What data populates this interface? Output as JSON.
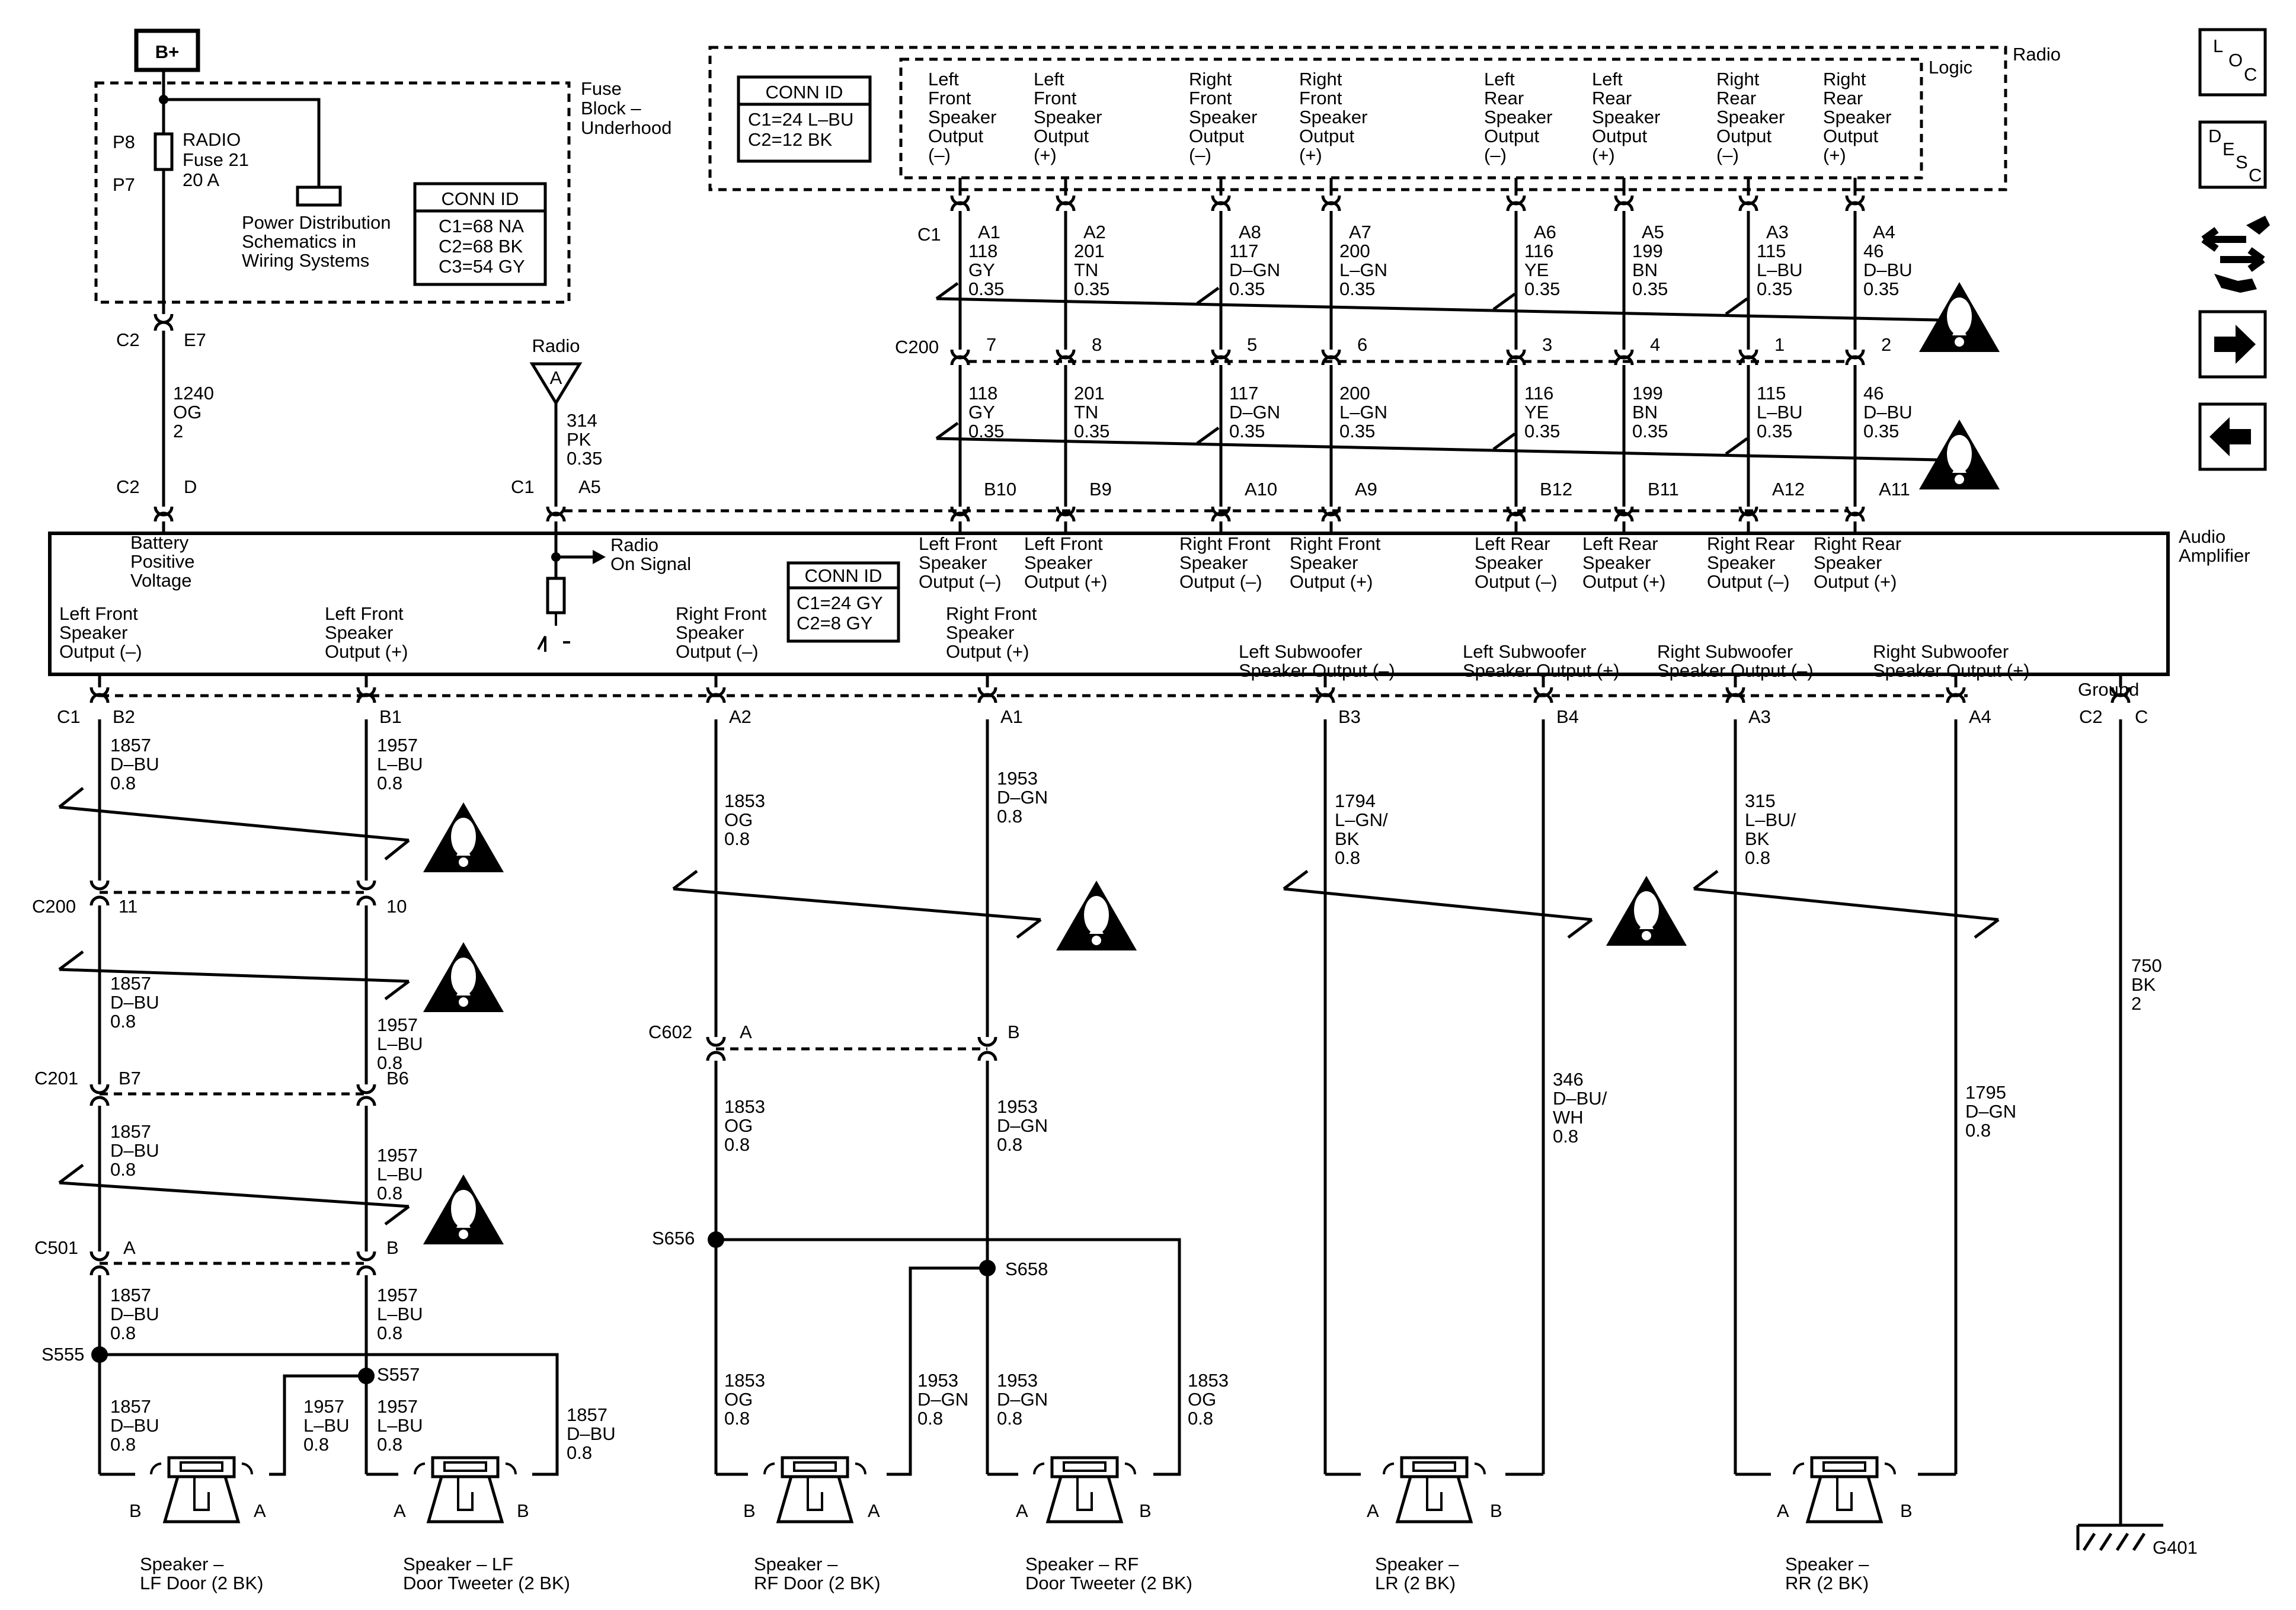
{
  "power": {
    "b_plus": "B+",
    "fuse_block": [
      "Fuse",
      "Block –",
      "Underhood"
    ],
    "fuse": [
      "RADIO",
      "Fuse 21",
      "20 A"
    ],
    "fuse_pins": [
      "P8",
      "P7"
    ],
    "pds_note": [
      "Power Distribution",
      "Schematics in",
      "Wiring Systems"
    ],
    "conn_title": "CONN ID",
    "conn_lines": [
      "C1=68 NA",
      "C2=68 BK",
      "C3=54 GY"
    ],
    "c2_e7": [
      "C2",
      "E7"
    ],
    "wire": [
      "1240",
      "OG",
      "2"
    ],
    "c2_d": [
      "C2",
      "D"
    ]
  },
  "radio": {
    "title": "Radio",
    "logic": "Logic",
    "conn_title": "CONN ID",
    "conn_lines": [
      "C1=24 L–BU",
      "C2=12 BK"
    ],
    "outputs": [
      [
        "Left",
        "Front",
        "Speaker",
        "Output",
        "(–)"
      ],
      [
        "Left",
        "Front",
        "Speaker",
        "Output",
        "(+)"
      ],
      [
        "Right",
        "Front",
        "Speaker",
        "Output",
        "(–)"
      ],
      [
        "Right",
        "Front",
        "Speaker",
        "Output",
        "(+)"
      ],
      [
        "Left",
        "Rear",
        "Speaker",
        "Output",
        "(–)"
      ],
      [
        "Left",
        "Rear",
        "Speaker",
        "Output",
        "(+)"
      ],
      [
        "Right",
        "Rear",
        "Speaker",
        "Output",
        "(–)"
      ],
      [
        "Right",
        "Rear",
        "Speaker",
        "Output",
        "(+)"
      ]
    ],
    "c1": "C1",
    "pins": [
      "A1",
      "A2",
      "A8",
      "A7",
      "A6",
      "A5",
      "A3",
      "A4"
    ],
    "wires_top": [
      [
        "118",
        "GY",
        "0.35"
      ],
      [
        "201",
        "TN",
        "0.35"
      ],
      [
        "117",
        "D–GN",
        "0.35"
      ],
      [
        "200",
        "L–GN",
        "0.35"
      ],
      [
        "116",
        "YE",
        "0.35"
      ],
      [
        "199",
        "BN",
        "0.35"
      ],
      [
        "115",
        "L–BU",
        "0.35"
      ],
      [
        "46",
        "D–BU",
        "0.35"
      ]
    ],
    "c200": "C200",
    "c200_pins": [
      "7",
      "8",
      "5",
      "6",
      "3",
      "4",
      "1",
      "2"
    ],
    "wires_bottom": [
      [
        "118",
        "GY",
        "0.35"
      ],
      [
        "201",
        "TN",
        "0.35"
      ],
      [
        "117",
        "D–GN",
        "0.35"
      ],
      [
        "200",
        "L–GN",
        "0.35"
      ],
      [
        "116",
        "YE",
        "0.35"
      ],
      [
        "199",
        "BN",
        "0.35"
      ],
      [
        "115",
        "L–BU",
        "0.35"
      ],
      [
        "46",
        "D–BU",
        "0.35"
      ]
    ],
    "amp_pins": [
      "B10",
      "B9",
      "A10",
      "A9",
      "B12",
      "B11",
      "A12",
      "A11"
    ],
    "signal_label": "Radio",
    "signal_letter": "A",
    "signal_wire": [
      "314",
      "PK",
      "0.35"
    ],
    "signal_conn": [
      "C1",
      "A5"
    ]
  },
  "amplifier": {
    "title": [
      "Audio",
      "Amplifier"
    ],
    "battery": [
      "Battery",
      "Positive",
      "Voltage"
    ],
    "radio_on": [
      "Radio",
      "On Signal"
    ],
    "conn_title": "CONN ID",
    "conn_lines": [
      "C1=24 GY",
      "C2=8 GY"
    ],
    "inputs": [
      [
        "Left Front",
        "Speaker",
        "Output (–)"
      ],
      [
        "Left Front",
        "Speaker",
        "Output (+)"
      ],
      [
        "Right Front",
        "Speaker",
        "Output (–)"
      ],
      [
        "Right Front",
        "Speaker",
        "Output (+)"
      ],
      [
        "Left Rear",
        "Speaker",
        "Output (–)"
      ],
      [
        "Left Rear",
        "Speaker",
        "Output (+)"
      ],
      [
        "Right Rear",
        "Speaker",
        "Output (–)"
      ],
      [
        "Right Rear",
        "Speaker",
        "Output (+)"
      ]
    ],
    "outputs": [
      [
        "Left Front",
        "Speaker",
        "Output (–)"
      ],
      [
        "Left Front",
        "Speaker",
        "Output (+)"
      ],
      [
        "Right Front",
        "Speaker",
        "Output (–)"
      ],
      [
        "Right Front",
        "Speaker",
        "Output (+)"
      ],
      [
        "Left Subwoofer",
        "Speaker Output (–)"
      ],
      [
        "Left Subwoofer",
        "Speaker Output (+)"
      ],
      [
        "Right Subwoofer",
        "Speaker Output (–)"
      ],
      [
        "Right Subwoofer",
        "Speaker Output (+)"
      ],
      [
        "Ground"
      ]
    ],
    "out_conn": [
      "C1",
      "B2",
      "B1",
      "A2",
      "A1",
      "B3",
      "B4",
      "A3",
      "A4",
      "C2",
      "C"
    ]
  },
  "left_front": {
    "w1": [
      "1857",
      "D–BU",
      "0.8"
    ],
    "w2": [
      "1957",
      "L–BU",
      "0.8"
    ],
    "c200": [
      "C200",
      "11",
      "10"
    ],
    "w3": [
      "1857",
      "D–BU",
      "0.8"
    ],
    "w4": [
      "1957",
      "L–BU",
      "0.8"
    ],
    "c201": [
      "C201",
      "B7",
      "B6"
    ],
    "w5": [
      "1857",
      "D–BU",
      "0.8"
    ],
    "w6": [
      "1957",
      "L–BU",
      "0.8"
    ],
    "c501": [
      "C501",
      "A",
      "B"
    ],
    "w7": [
      "1857",
      "D–BU",
      "0.8"
    ],
    "w8": [
      "1957",
      "L–BU",
      "0.8"
    ],
    "s555": "S555",
    "s557": "S557",
    "w9": [
      "1857",
      "D–BU",
      "0.8"
    ],
    "w10": [
      "1957",
      "L–BU",
      "0.8"
    ],
    "w11": [
      "1957",
      "L–BU",
      "0.8"
    ],
    "w12": [
      "1857",
      "D–BU",
      "0.8"
    ],
    "spk1_pins": [
      "B",
      "A"
    ],
    "spk2_pins": [
      "A",
      "B"
    ],
    "spk1_label": [
      "Speaker –",
      "LF Door (2 BK)"
    ],
    "spk2_label": [
      "Speaker – LF",
      "Door Tweeter (2 BK)"
    ]
  },
  "right_front": {
    "w1": [
      "1853",
      "OG",
      "0.8"
    ],
    "w2": [
      "1953",
      "D–GN",
      "0.8"
    ],
    "c602": [
      "C602",
      "A",
      "B"
    ],
    "w3": [
      "1853",
      "OG",
      "0.8"
    ],
    "w4": [
      "1953",
      "D–GN",
      "0.8"
    ],
    "s656": "S656",
    "s658": "S658",
    "w5": [
      "1853",
      "OG",
      "0.8"
    ],
    "w6": [
      "1953",
      "D–GN",
      "0.8"
    ],
    "w7": [
      "1953",
      "D–GN",
      "0.8"
    ],
    "w8": [
      "1853",
      "OG",
      "0.8"
    ],
    "spk1_pins": [
      "B",
      "A"
    ],
    "spk2_pins": [
      "A",
      "B"
    ],
    "spk1_label": [
      "Speaker –",
      "RF Door (2 BK)"
    ],
    "spk2_label": [
      "Speaker – RF",
      "Door Tweeter (2 BK)"
    ]
  },
  "subwoofers": {
    "lr_w1": [
      "1794",
      "L–GN/",
      "BK",
      "0.8"
    ],
    "lr_w2": [
      "346",
      "D–BU/",
      "WH",
      "0.8"
    ],
    "rr_w1": [
      "315",
      "L–BU/",
      "BK",
      "0.8"
    ],
    "rr_w2": [
      "1795",
      "D–GN",
      "0.8"
    ],
    "lr_pins": [
      "A",
      "B"
    ],
    "rr_pins": [
      "A",
      "B"
    ],
    "lr_label": [
      "Speaker –",
      "LR (2 BK)"
    ],
    "rr_label": [
      "Speaker –",
      "RR (2 BK)"
    ]
  },
  "ground": {
    "wire": [
      "750",
      "BK",
      "2"
    ],
    "label": "G401"
  },
  "nav": {
    "loc": [
      "L",
      "O",
      "C"
    ],
    "desc": [
      "D",
      "E",
      "S",
      "C"
    ]
  }
}
